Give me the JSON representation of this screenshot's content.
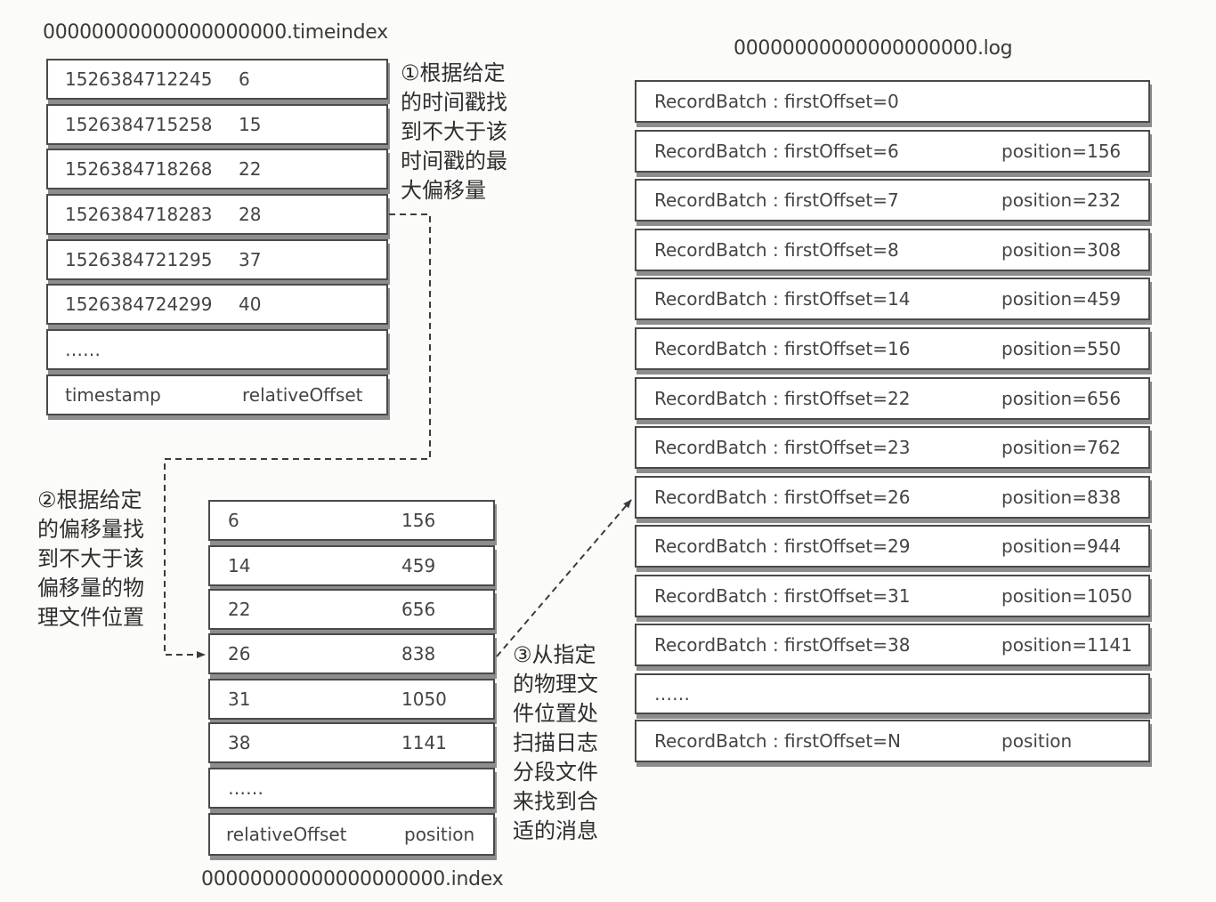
{
  "timeindex": {
    "filename": "00000000000000000000.timeindex",
    "rows": [
      {
        "timestamp": "1526384712245",
        "offset": "6"
      },
      {
        "timestamp": "1526384715258",
        "offset": "15"
      },
      {
        "timestamp": "1526384718268",
        "offset": "22"
      },
      {
        "timestamp": "1526384718283",
        "offset": "28"
      },
      {
        "timestamp": "1526384721295",
        "offset": "37"
      },
      {
        "timestamp": "1526384724299",
        "offset": "40"
      }
    ],
    "ellipsis": "……",
    "header": {
      "col1": "timestamp",
      "col2": "relativeOffset"
    }
  },
  "index": {
    "filename": "00000000000000000000.index",
    "rows": [
      {
        "offset": "6",
        "position": "156"
      },
      {
        "offset": "14",
        "position": "459"
      },
      {
        "offset": "22",
        "position": "656"
      },
      {
        "offset": "26",
        "position": "838"
      },
      {
        "offset": "31",
        "position": "1050"
      },
      {
        "offset": "38",
        "position": "1141"
      }
    ],
    "ellipsis": "……",
    "header": {
      "col1": "relativeOffset",
      "col2": "position"
    }
  },
  "log": {
    "filename": "00000000000000000000.log",
    "rows": [
      {
        "label": "RecordBatch : firstOffset=0",
        "position": ""
      },
      {
        "label": "RecordBatch : firstOffset=6",
        "position": "position=156"
      },
      {
        "label": "RecordBatch : firstOffset=7",
        "position": "position=232"
      },
      {
        "label": "RecordBatch : firstOffset=8",
        "position": "position=308"
      },
      {
        "label": "RecordBatch : firstOffset=14",
        "position": "position=459"
      },
      {
        "label": "RecordBatch : firstOffset=16",
        "position": "position=550"
      },
      {
        "label": "RecordBatch : firstOffset=22",
        "position": "position=656"
      },
      {
        "label": "RecordBatch : firstOffset=23",
        "position": "position=762"
      },
      {
        "label": "RecordBatch : firstOffset=26",
        "position": "position=838"
      },
      {
        "label": "RecordBatch : firstOffset=29",
        "position": "position=944"
      },
      {
        "label": "RecordBatch : firstOffset=31",
        "position": "position=1050"
      },
      {
        "label": "RecordBatch : firstOffset=38",
        "position": "position=1141"
      }
    ],
    "ellipsis": "……",
    "last": {
      "label": "RecordBatch : firstOffset=N",
      "position": "position"
    }
  },
  "notes": {
    "step1": [
      "①根据给定",
      "的时间戳找",
      "到不大于该",
      "时间戳的最",
      "大偏移量"
    ],
    "step2": [
      "②根据给定",
      "的偏移量找",
      "到不大于该",
      "偏移量的物",
      "理文件位置"
    ],
    "step3": [
      "③从指定",
      "的物理文",
      "件位置处",
      "扫描日志",
      "分段文件",
      "来找到合",
      "适的消息"
    ]
  },
  "colors": {
    "border": "#4a4a4a",
    "shadow": "#8d8d8d",
    "text": "#444444",
    "background": "#fbfbf9"
  }
}
